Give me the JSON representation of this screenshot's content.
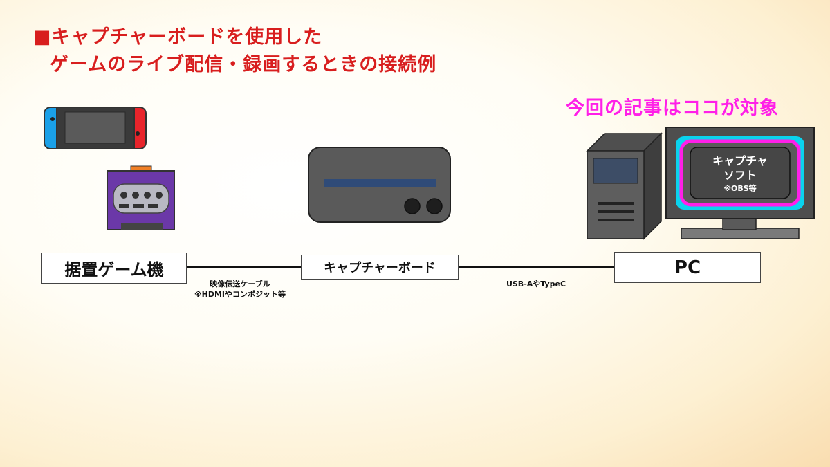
{
  "title": {
    "marker": "■",
    "line1": "キャプチャーボードを使用した",
    "line2": "ゲームのライブ配信・録画するときの接続例"
  },
  "target_label": "今回の記事はココが対象",
  "nodes": {
    "console": "据置ゲーム機",
    "capture_board": "キャプチャーボード",
    "pc": "PC"
  },
  "cables": {
    "video_cable_line1": "映像伝送ケーブル",
    "video_cable_line2": "※HDMIやコンポジット等",
    "usb": "USB-AやTypeC"
  },
  "monitor_screen": {
    "line1": "キャプチャ",
    "line2": "ソフト",
    "note": "※OBS等"
  },
  "icons": [
    "handheld-console-icon",
    "cube-console-icon",
    "capture-board-icon",
    "pc-tower-icon",
    "monitor-icon"
  ],
  "colors": {
    "title": "#d81e1e",
    "highlight": "#ff1fe8"
  }
}
